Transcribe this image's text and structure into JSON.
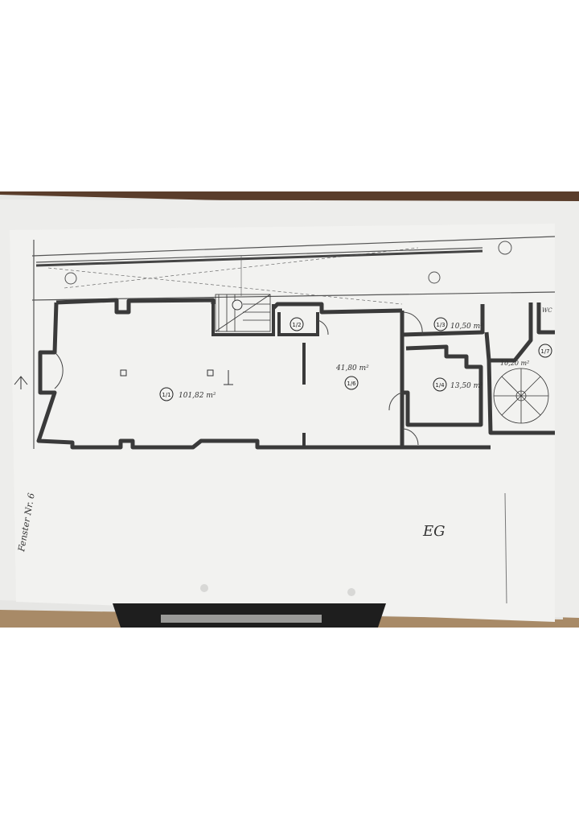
{
  "plan": {
    "rooms": [
      {
        "id": "room-1-1",
        "number": "1/1",
        "area": "101,82 m²"
      },
      {
        "id": "room-1-2",
        "number": "1/2",
        "area": ""
      },
      {
        "id": "room-1-3",
        "number": "1/3",
        "area": "10,50 m²"
      },
      {
        "id": "room-1-4",
        "number": "1/4",
        "area": "13,50 m²"
      },
      {
        "id": "room-1-6",
        "number": "1/6",
        "area": "41,80 m²"
      },
      {
        "id": "room-1-7",
        "number": "1/7",
        "area": "10,20 m²"
      }
    ],
    "wc_label": "WC",
    "floor_label": "EG",
    "margin_note": "Fenster Nr. 6",
    "colors": {
      "paper": "#f2f2f0",
      "wall": "#3a3a3a",
      "table": "#5a3d2b",
      "clip": "#1e1e1e"
    }
  }
}
